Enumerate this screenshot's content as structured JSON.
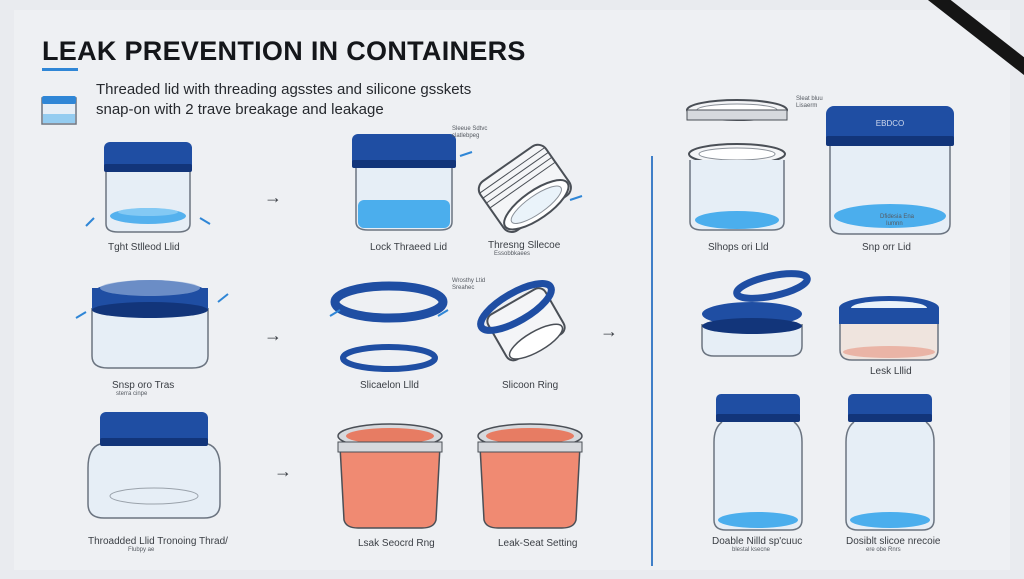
{
  "title": "LEAK PREVENTION IN CONTAINERS",
  "intro": {
    "line1": "Threaded lid with threading agsstes and silicone gsskets",
    "line2": "snap-on with 2 trave breakage and leakage"
  },
  "captions": {
    "tight_sealed": "Tght Stlleod Llid",
    "leak_threaded": "Lock Thraeed Lid",
    "threaded_silicone_1": "Thresng Sllecoe",
    "threaded_silicone_2": "Essobbkaees",
    "snap_on_1": "Snsp oro Tras",
    "snap_on_2": "sterra cinpe",
    "silicone_lid": "Slicaelon Llld",
    "silicone_ring": "Slicoon Ring",
    "threaded_trapping_1": "Throadded Llid Tronoing Thrad/",
    "threaded_trapping_2": "Flubpy ae",
    "leak_sealed_ring": "Lsak Seocrd Rng",
    "leak_seal_setting": "Leak-Seat Setting",
    "snap_on_lid": "Slhops ori Lld",
    "snap_on_lid_large": "Snp orr Lid",
    "leak_lid": "Lesk Lllid",
    "double_walled_1": "Doable Nilld sp'cuuc",
    "double_walled_2": "blestal ksecne",
    "double_silicone_1": "Dosiblt slicoe nrecoie",
    "double_silicone_2": "ere obe Rnrs"
  },
  "tiny_labels": {
    "t1a": "Sleeue Sdtvc",
    "t1b": "clatlebpeg",
    "t2a": "Wrosthy Ltid",
    "t2b": "Sreahec",
    "t3a": "Sleat bluu",
    "t3b": "Lisaerm",
    "t4a": "Dfidesia Ena",
    "t4b": "Iumnn",
    "lid_text": "EBDCO"
  },
  "arrows": {
    "a1": "→",
    "a2": "→",
    "a3": "→",
    "a4": "→"
  },
  "colors": {
    "lid_blue": "#1f4ea3",
    "lid_dark": "#12357a",
    "liquid_blue": "#3aa6ec",
    "glass_stroke": "#6b7480",
    "glass_fill": "#e6eef6",
    "terracotta": "#f08a72",
    "accent_line": "#3f7fc8"
  }
}
